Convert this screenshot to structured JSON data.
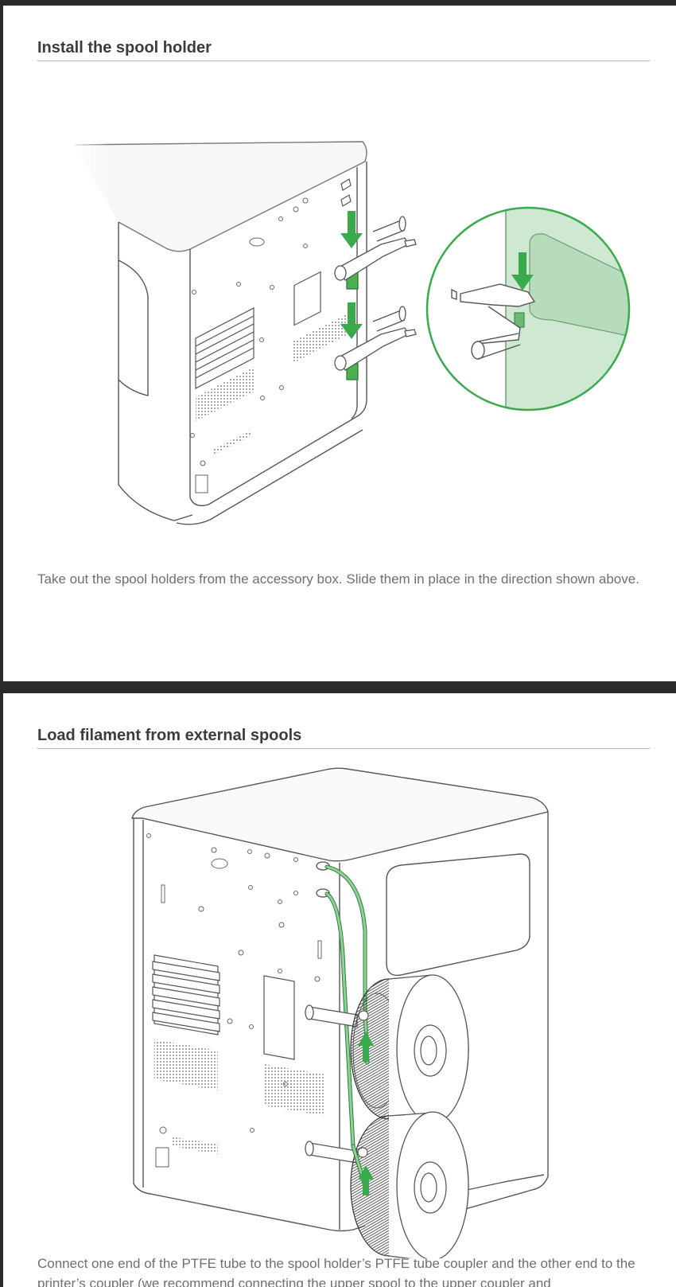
{
  "sections": [
    {
      "title": "Install the spool holder",
      "text": "Take out the spool holders from the accessory box. Slide them in place in the direction shown above."
    },
    {
      "title": "Load filament from external spools",
      "text": "Connect one end of the PTFE tube to the spool holder’s PTFE tube coupler and the other end to the printer’s coupler (we recommend connecting the upper spool to the upper coupler and"
    }
  ],
  "colors": {
    "accent_green": "#3aab4c",
    "light_green": "#cfe8d2",
    "line": "#555555",
    "title": "#3c3c3c",
    "body_text": "#6f6f6f"
  },
  "icons": [
    "down-arrow-icon",
    "up-arrow-icon"
  ]
}
